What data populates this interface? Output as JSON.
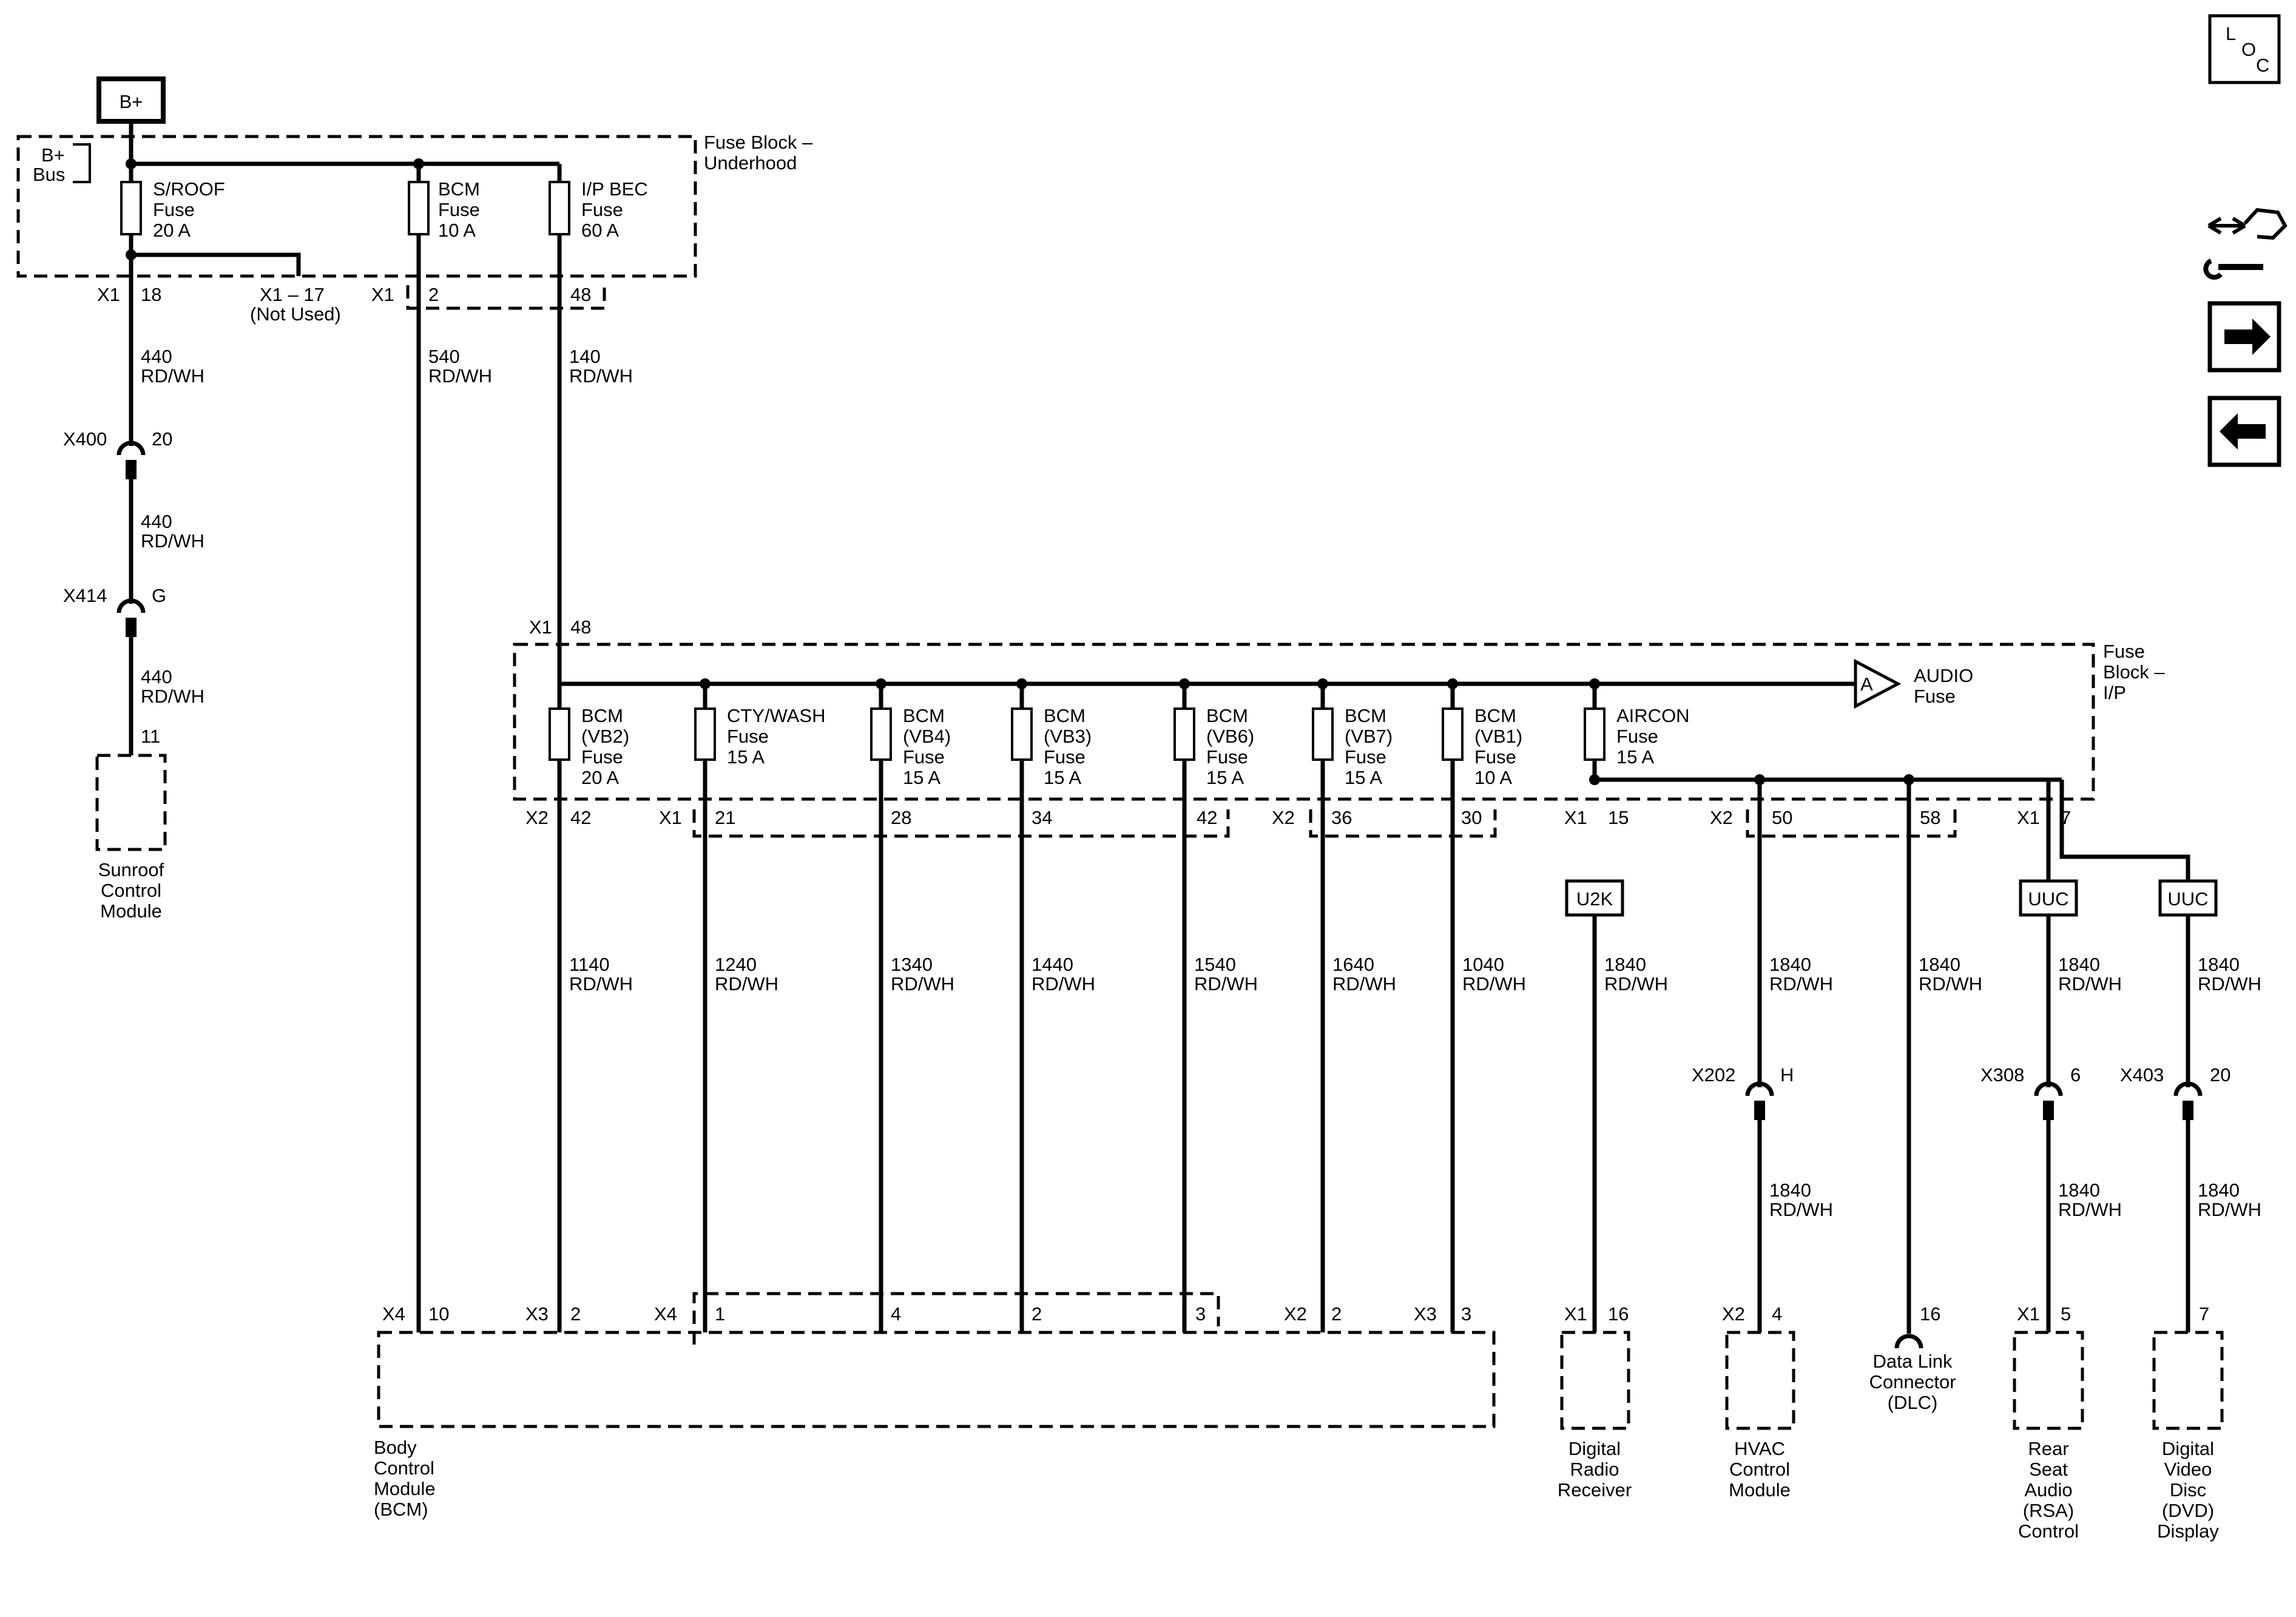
{
  "badge": "B+",
  "bus_label": [
    "B+",
    "Bus"
  ],
  "uh_block": [
    "Fuse Block –",
    "Underhood"
  ],
  "uh_fuses": [
    [
      "S/ROOF",
      "Fuse",
      "20 A"
    ],
    [
      "BCM",
      "Fuse",
      "10 A"
    ],
    [
      "I/P BEC",
      "Fuse",
      "60 A"
    ]
  ],
  "uh_pins": {
    "x1_a": "X1",
    "p18": "18",
    "x1_17": "X1 – 17",
    "not_used": "(Not Used)",
    "x1_b": "X1",
    "p2": "2",
    "p48": "48"
  },
  "left_wires": {
    "w440": [
      "440",
      "RD/WH"
    ],
    "w540": [
      "540",
      "RD/WH"
    ],
    "w140": [
      "140",
      "RD/WH"
    ]
  },
  "left_conn": {
    "x400": "X400",
    "x400_pin": "20",
    "x414": "X414",
    "x414_pin": "G",
    "sunroof_pin": "11"
  },
  "sunroof_module": [
    "Sunroof",
    "Control",
    "Module"
  ],
  "ip_block": [
    "Fuse",
    "Block –",
    "I/P"
  ],
  "ip_in": {
    "conn": "X1",
    "pin": "48"
  },
  "ip_fuses": [
    [
      "BCM",
      "(VB2)",
      "Fuse",
      "20 A"
    ],
    [
      "CTY/WASH",
      "Fuse",
      "15 A"
    ],
    [
      "BCM",
      "(VB4)",
      "Fuse",
      "15 A"
    ],
    [
      "BCM",
      "(VB3)",
      "Fuse",
      "15 A"
    ],
    [
      "BCM",
      "(VB6)",
      "Fuse",
      "15 A"
    ],
    [
      "BCM",
      "(VB7)",
      "Fuse",
      "15 A"
    ],
    [
      "BCM",
      "(VB1)",
      "Fuse",
      "10 A"
    ],
    [
      "AIRCON",
      "Fuse",
      "15 A"
    ]
  ],
  "audio_fuse": {
    "ref": "A",
    "label": [
      "AUDIO",
      "Fuse"
    ]
  },
  "ip_out": {
    "x2a": "X2",
    "p42a": "42",
    "x1a": "X1",
    "p21": "21",
    "p28": "28",
    "p34": "34",
    "p42b": "42",
    "x2b": "X2",
    "p36": "36",
    "p30": "30",
    "x1b": "X1",
    "p15": "15",
    "x2c": "X2",
    "p50": "50",
    "p58": "58",
    "x1c": "X1",
    "p7": "7"
  },
  "splices": [
    "U2K",
    "UUC",
    "UUC"
  ],
  "bcm_wires": [
    [
      "1140",
      "RD/WH"
    ],
    [
      "1240",
      "RD/WH"
    ],
    [
      "1340",
      "RD/WH"
    ],
    [
      "1440",
      "RD/WH"
    ],
    [
      "1540",
      "RD/WH"
    ],
    [
      "1640",
      "RD/WH"
    ],
    [
      "1040",
      "RD/WH"
    ]
  ],
  "right_wires": [
    [
      "1840",
      "RD/WH"
    ],
    [
      "1840",
      "RD/WH"
    ],
    [
      "1840",
      "RD/WH"
    ],
    [
      "1840",
      "RD/WH"
    ],
    [
      "1840",
      "RD/WH"
    ],
    [
      "1840",
      "RD/WH"
    ],
    [
      "1840",
      "RD/WH"
    ],
    [
      "1840",
      "RD/WH"
    ]
  ],
  "right_conn": {
    "x202": "X202",
    "x202_pin": "H",
    "x308": "X308",
    "x308_pin": "6",
    "x403": "X403",
    "x403_pin": "20"
  },
  "bcm_pins": {
    "x4a": "X4",
    "p10": "10",
    "x3a": "X3",
    "p2a": "2",
    "x4b": "X4",
    "p1": "1",
    "p4": "4",
    "p2b": "2",
    "p3": "3",
    "x2": "X2",
    "p2c": "2",
    "x3b": "X3",
    "p3b": "3"
  },
  "bcm_label": [
    "Body",
    "Control",
    "Module",
    "(BCM)"
  ],
  "module_pins": {
    "radio_conn": "X1",
    "radio_pin": "16",
    "hvac_conn": "X2",
    "hvac_pin": "4",
    "dlc_pin": "16",
    "rsa_conn": "X1",
    "rsa_pin": "5",
    "dvd_pin": "7"
  },
  "modules": {
    "radio": [
      "Digital",
      "Radio",
      "Receiver"
    ],
    "hvac": [
      "HVAC",
      "Control",
      "Module"
    ],
    "dlc": [
      "Data Link",
      "Connector",
      "(DLC)"
    ],
    "rsa": [
      "Rear",
      "Seat",
      "Audio",
      "(RSA)",
      "Control"
    ],
    "dvd": [
      "Digital",
      "Video",
      "Disc",
      "(DVD)",
      "Display"
    ]
  },
  "nav": {
    "loc": [
      "L",
      "O",
      "C"
    ],
    "connector_icon": "connector-wrench-icon",
    "next_icon": "arrow-right-icon",
    "prev_icon": "arrow-left-icon"
  }
}
